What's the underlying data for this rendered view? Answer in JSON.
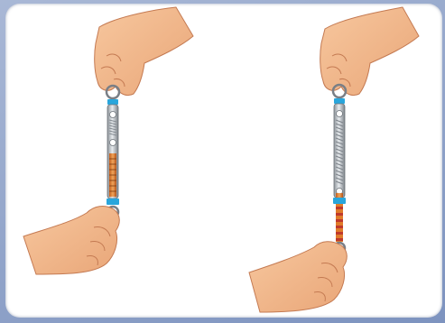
{
  "colors": {
    "background": "#8fa3c8",
    "panel": "#ffffff",
    "skin": "#f2b487",
    "skin_shadow": "#d9926a",
    "skin_line": "#c47a52",
    "hook_blue": "#29a6dc",
    "ring_gray": "#8a8f96",
    "spring_gray": "#9aa0a6",
    "scale_orange": "#e07b2a",
    "scale_red": "#c0392b"
  },
  "scene": {
    "left_spring_balance": {
      "description_icon": "spring-balance-icon",
      "state": "unstretched",
      "scale_extension": 0.25
    },
    "right_spring_balance": {
      "description_icon": "spring-balance-icon",
      "state": "stretched",
      "scale_extension": 0.75
    }
  }
}
